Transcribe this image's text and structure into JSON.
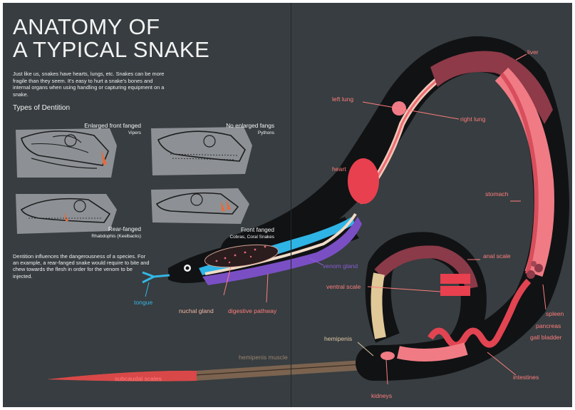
{
  "title": {
    "line1": "ANATOMY OF",
    "line2": "A TYPICAL SNAKE"
  },
  "intro": "Just like us, snakes have hearts, lungs, etc. Snakes can be more fragile than they seem. It's easy to hurt a snake's bones and internal organs when using handling or capturing equipment on a snake.",
  "dentition": {
    "heading": "Types of Dentition",
    "types": [
      {
        "title": "Enlarged front fanged",
        "subtitle": "Vipers"
      },
      {
        "title": "No enlarged fangs",
        "subtitle": "Pythons"
      },
      {
        "title": "Rear-fanged",
        "subtitle": "Rhabdophis (Keelbacks)"
      },
      {
        "title": "Front fanged",
        "subtitle": "Cobras, Coral Snakes"
      }
    ],
    "note": "Dentition influences the dangerousness of a species. For an example, a rear-fanged snake would require to bite and chew towards the flesh in order for the venom to be injected."
  },
  "labels": {
    "liver": "liver",
    "left_lung": "left lung",
    "right_lung": "right lung",
    "heart": "heart",
    "stomach": "stomach",
    "anal_scale": "anal scale",
    "ventral_scale": "ventral scale",
    "venom_gland": "venom gland",
    "tongue": "tongue",
    "nuchal_gland": "nuchal gland",
    "digestive_pathway": "digestive pathway",
    "hemipenis": "hemipenis",
    "hemipenis_muscle": "hemipenis muscle",
    "subcaudal_scales": "subcaudal scales",
    "kidneys": "kidneys",
    "intestines": "intestines",
    "spleen": "spleen",
    "pancreas": "pancreas",
    "gall_bladder": "gall bladder"
  },
  "colors": {
    "background": "#373d40",
    "label_pink": "#ff7e7e",
    "venom_gland": "#8a5bd4",
    "tongue": "#35b6e6",
    "organ_red": "#e84a56",
    "liver": "#8e3a48"
  }
}
